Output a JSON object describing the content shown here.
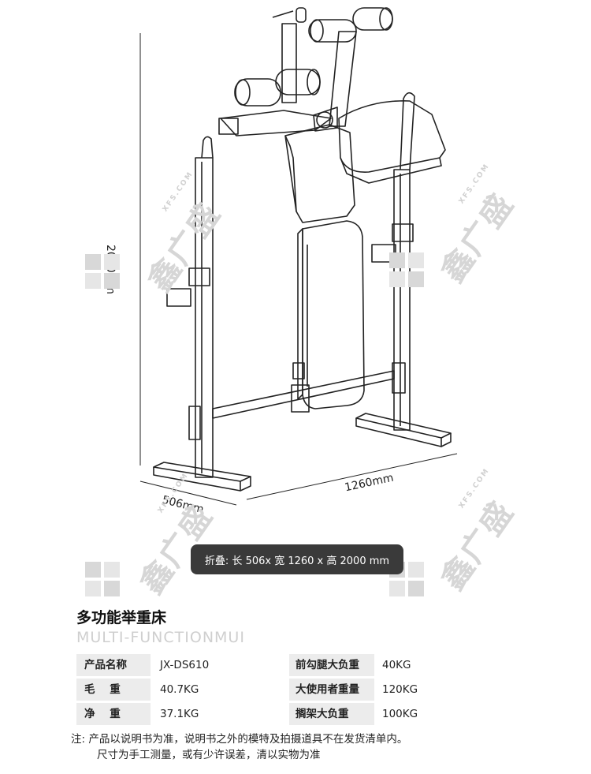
{
  "dimensions": {
    "height": "2000mm",
    "width": "1260mm",
    "depth": "506mm"
  },
  "folded": "折叠: 长 506x 宽 1260 x 高 2000 mm",
  "watermark": {
    "brand": "鑫广盛",
    "site": "XFS.COM"
  },
  "product": {
    "title": "多功能举重床",
    "subtitle": "MULTI-FUNCTIONMUI"
  },
  "specs": [
    {
      "label": "产品名称",
      "value": "JX-DS610",
      "label2": "前勾腿大负重",
      "value2": "40KG"
    },
    {
      "label": "毛    重",
      "value": "40.7KG",
      "label2": "大使用者重量",
      "value2": "120KG"
    },
    {
      "label": "净    重",
      "value": "37.1KG",
      "label2": "搁架大负重",
      "value2": "100KG"
    }
  ],
  "note": {
    "line1": "注: 产品以说明书为准，说明书之外的模特及拍摄道具不在发货清单内。",
    "line2": "尺寸为手工测量，或有少许误差，清以实物为准"
  }
}
